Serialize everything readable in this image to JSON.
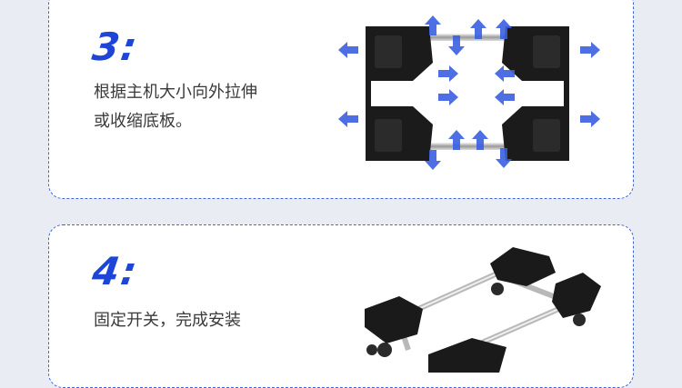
{
  "steps": [
    {
      "number": "3:",
      "text_line1": "根据主机大小向外拉伸",
      "text_line2": "或收缩底板。",
      "image": "stand-adjust-arrows-illustration"
    },
    {
      "number": "4:",
      "text_line1": "固定开关，完成安装",
      "image": "stand-with-wheels-illustration"
    }
  ],
  "colors": {
    "accent": "#1d46d8",
    "border": "#3f63d8",
    "arrow": "#3a5fe0",
    "product": "#1a1a1a",
    "background": "#e9ecf3"
  }
}
